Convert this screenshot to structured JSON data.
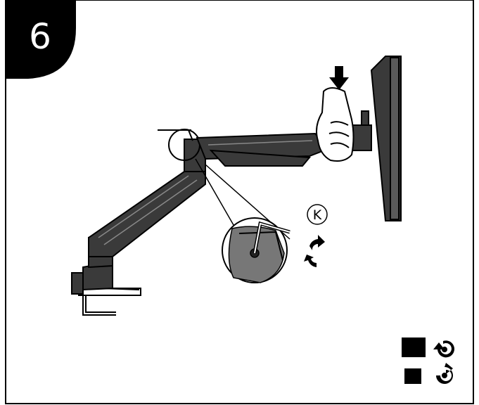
{
  "step": {
    "number": "6"
  },
  "callout": {
    "label": "K"
  },
  "legend": {
    "items": [
      {
        "swatch": "large-square",
        "icon": "tighten-rotate-icon"
      },
      {
        "swatch": "small-square",
        "icon": "loosen-rotate-icon"
      }
    ]
  },
  "colors": {
    "line": "#000000",
    "arm_fill": "#3a3a3a",
    "panel_fill": "#ffffff",
    "shade": "#555555"
  }
}
